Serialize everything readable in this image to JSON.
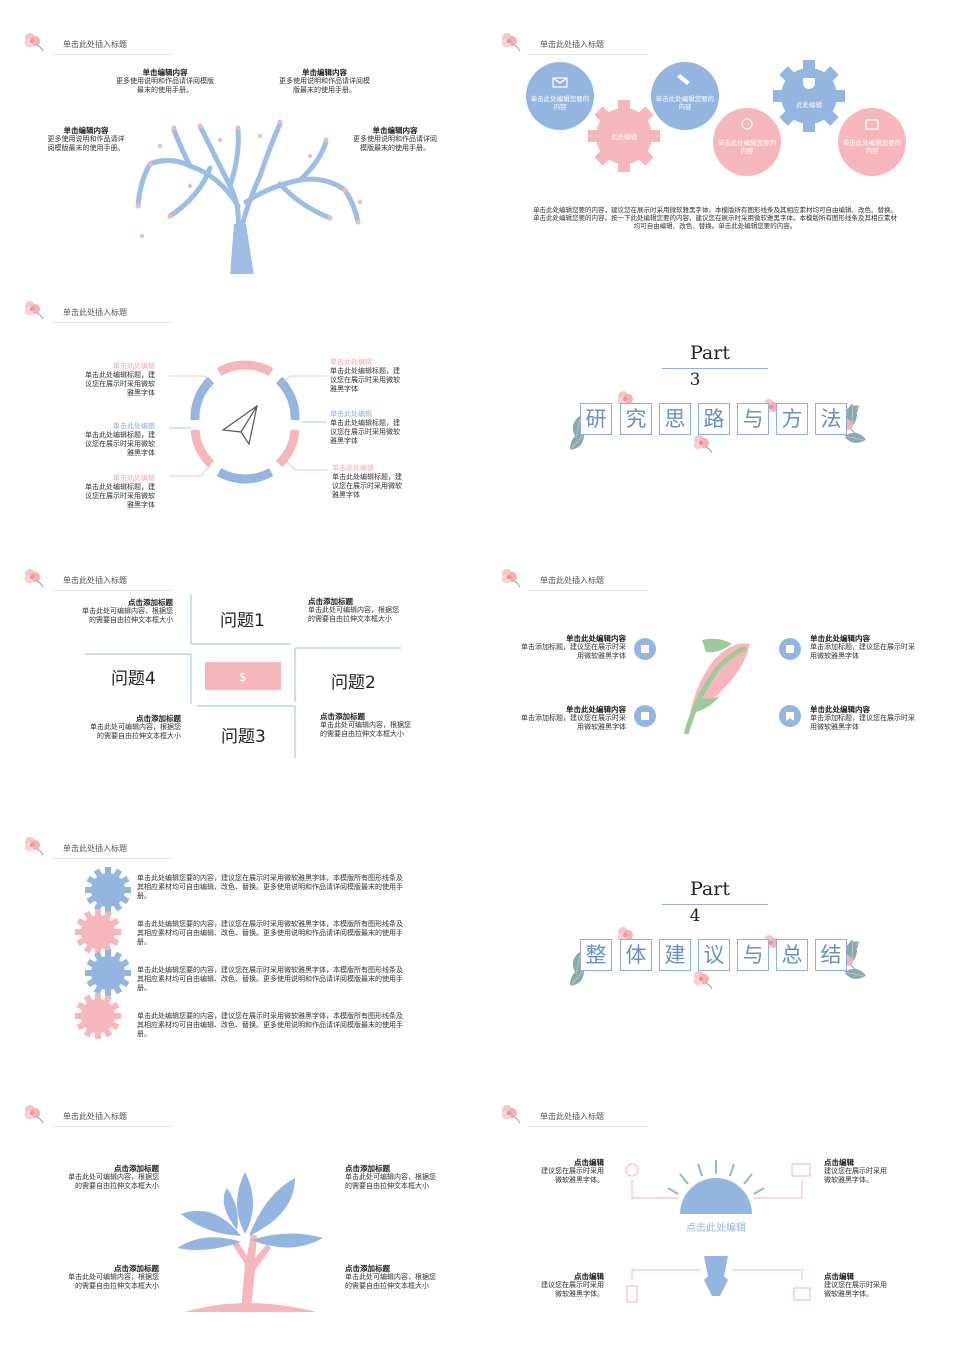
{
  "header_title": "单击此处插入标题",
  "colors": {
    "pink": "#f4b8bd",
    "blue": "#93b5e0",
    "leaf": "#7fa3a6"
  },
  "s1": {
    "items": [
      {
        "title": "单击编辑内容",
        "body": "更多使用说明和作品请详阅模版最末的使用手册。"
      },
      {
        "title": "单击编辑内容",
        "body": "更多使用说明和作品请详阅模版最末的使用手册。"
      },
      {
        "title": "单击编辑内容",
        "body": "更多使用说明和作品请详阅模版最末的使用手册。"
      },
      {
        "title": "单击编辑内容",
        "body": "更多使用说明和作品请详阅模版最末的使用手册。"
      }
    ]
  },
  "s2": {
    "circles": [
      "单击此处编辑您要的内容",
      "此处编辑",
      "单击此处编辑您要的内容",
      "单击此处编辑您要的内容",
      "此处编辑",
      "单击此处编辑您要的内容"
    ],
    "paragraph": "单击此处编辑您要的内容，建议您在展示时采用微软雅黑字体。本模版所有图形线条及其相应素材均可自由编辑、改色、替换。单击此处编辑您要的内容。按一下此处编辑您要的内容，建议您在展示时采用微软雅黑字体。本模版所有图形线条及其相应素材均可自由编辑、改色、替换。单击此处编辑您要的内容。"
  },
  "s3": {
    "items": [
      {
        "title": "单击此处编辑",
        "body": "单击此处编辑标题，建议您在展示时采用微软雅黑字体"
      },
      {
        "title": "单击此处编辑",
        "body": "单击此处编辑标题，建议您在展示时采用微软雅黑字体"
      },
      {
        "title": "单击此处编辑",
        "body": "单击此处编辑标题，建议您在展示时采用微软雅黑字体"
      },
      {
        "title": "单击此处编辑",
        "body": "单击此处编辑标题，建议您在展示时采用微软雅黑字体"
      },
      {
        "title": "单击此处编辑",
        "body": "单击此处编辑标题，建议您在展示时采用微软雅黑字体"
      },
      {
        "title": "单击此处编辑",
        "body": "单击此处编辑标题，建议您在展示时采用微软雅黑字体"
      }
    ]
  },
  "s4": {
    "part": "Part",
    "number": "3",
    "chars": [
      "研",
      "究",
      "思",
      "路",
      "与",
      "方",
      "法"
    ]
  },
  "s5": {
    "questions": [
      "问题1",
      "问题2",
      "问题3",
      "问题4"
    ],
    "items": [
      {
        "title": "点击添加标题",
        "body": "单击此处可编辑内容，根据您的需要自由拉伸文本框大小"
      },
      {
        "title": "点击添加标题",
        "body": "单击此处可编辑内容，根据您的需要自由拉伸文本框大小"
      },
      {
        "title": "点击添加标题",
        "body": "单击此处可编辑内容，根据您的需要自由拉伸文本框大小"
      },
      {
        "title": "点击添加标题",
        "body": "单击此处可编辑内容，根据您的需要自由拉伸文本框大小"
      }
    ]
  },
  "s6": {
    "items": [
      {
        "title": "单击此处编辑内容",
        "body": "单击添加标题，建议您在展示时采用微软雅黑字体"
      },
      {
        "title": "单击此处编辑内容",
        "body": "单击添加标题，建议您在展示时采用微软雅黑字体"
      },
      {
        "title": "单击此处编辑内容",
        "body": "单击添加标题，建议您在展示时采用微软雅黑字体"
      },
      {
        "title": "单击此处编辑内容",
        "body": "单击添加标题，建议您在展示时采用微软雅黑字体"
      }
    ]
  },
  "s7": {
    "rows": [
      "单击此处编辑您要的内容，建议您在展示时采用微软雅黑字体，本模版所有图形线条及其相应素材均可自由编辑、改色、替换。更多使用说明和作品请详阅模版最末的使用手册。",
      "单击此处编辑您要的内容，建议您在展示时采用微软雅黑字体，本模版所有图形线条及其相应素材均可自由编辑、改色、替换。更多使用说明和作品请详阅模版最末的使用手册。",
      "单击此处编辑您要的内容，建议您在展示时采用微软雅黑字体，本模版所有图形线条及其相应素材均可自由编辑、改色、替换。更多使用说明和作品请详阅模版最末的使用手册。",
      "单击此处编辑您要的内容，建议您在展示时采用微软雅黑字体，本模版所有图形线条及其相应素材均可自由编辑、改色、替换。更多使用说明和作品请详阅模版最末的使用手册。"
    ]
  },
  "s8": {
    "part": "Part",
    "number": "4",
    "chars": [
      "整",
      "体",
      "建",
      "议",
      "与",
      "总",
      "结"
    ]
  },
  "s9": {
    "items": [
      {
        "title": "点击添加标题",
        "body": "单击此处可编辑内容，根据您的需要自由拉伸文本框大小"
      },
      {
        "title": "点击添加标题",
        "body": "单击此处可编辑内容，根据您的需要自由拉伸文本框大小"
      },
      {
        "title": "点击添加标题",
        "body": "单击此处可编辑内容，根据您的需要自由拉伸文本框大小"
      },
      {
        "title": "点击添加标题",
        "body": "单击此处可编辑内容，根据您的需要自由拉伸文本框大小"
      }
    ]
  },
  "s10": {
    "center": "点击此处编辑",
    "items": [
      {
        "title": "点击编辑",
        "body": "建议您在展示时采用微软雅黑字体。"
      },
      {
        "title": "点击编辑",
        "body": "建议您在展示时采用微软雅黑字体。"
      },
      {
        "title": "点击编辑",
        "body": "建议您在展示时采用微软雅黑字体。"
      },
      {
        "title": "点击编辑",
        "body": "建议您在展示时采用微软雅黑字体。"
      }
    ]
  }
}
